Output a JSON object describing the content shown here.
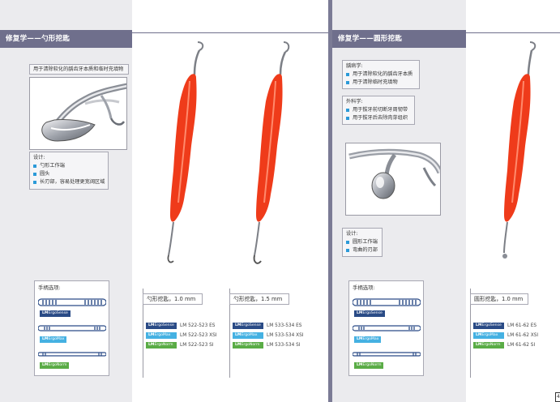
{
  "left_page": {
    "header": "修复学——勺形挖匙",
    "purpose": "用于清除软化的龋齿牙本质和临时充填物",
    "design": {
      "title": "设计:",
      "items": [
        "勺形工作端",
        "圆头",
        "长刃部，容易处理更宽阔区域"
      ]
    },
    "handle_options": {
      "title": "手柄选项:",
      "tags": [
        "ErgoSense",
        "ErgoMax",
        "ErgoNorm"
      ]
    },
    "products": [
      {
        "size_label": "勺形挖匙，1.0 mm",
        "codes": [
          {
            "brand": "ErgoSense",
            "code": "LM 522-523 ES"
          },
          {
            "brand": "ErgoMax",
            "code": "LM 522-523 XSI"
          },
          {
            "brand": "ErgoNorm",
            "code": "LM 522-523 SI"
          }
        ]
      },
      {
        "size_label": "勺形挖匙，1.5 mm",
        "codes": [
          {
            "brand": "ErgoSense",
            "code": "LM 533-534 ES"
          },
          {
            "brand": "ErgoMax",
            "code": "LM 533-534 XSI"
          },
          {
            "brand": "ErgoNorm",
            "code": "LM 533-534 SI"
          }
        ]
      }
    ]
  },
  "right_page": {
    "header": "修复学——圆形挖匙",
    "cariology": {
      "title": "龋病学:",
      "items": [
        "用于清除软化的龋齿牙本质",
        "用于清除临时充填物"
      ]
    },
    "surgery": {
      "title": "外科学:",
      "items": [
        "用于拔牙前切断牙周韧带",
        "用于拔牙后去除肉芽组织"
      ]
    },
    "design": {
      "title": "设计:",
      "items": [
        "圆形工作端",
        "弯曲的刃部"
      ]
    },
    "handle_options": {
      "title": "手柄选项:",
      "tags": [
        "ErgoSense",
        "ErgoMax",
        "ErgoNorm"
      ]
    },
    "products": [
      {
        "size_label": "圆形挖匙，1.0 mm",
        "codes": [
          {
            "brand": "ErgoSense",
            "code": "LM 61-62 ES"
          },
          {
            "brand": "ErgoMax",
            "code": "LM 61-62 XSI"
          },
          {
            "brand": "ErgoNorm",
            "code": "LM 61-62 SI"
          }
        ]
      }
    ],
    "page_number": "4"
  },
  "brand_prefix": "LM",
  "colors": {
    "header": "#6f6f8c",
    "handle_orange": "#ef3b1a",
    "bullet": "#2b9ad8",
    "ergosense": "#2a4b86",
    "ergomax": "#45b1e2",
    "ergonorm": "#5aac46"
  }
}
